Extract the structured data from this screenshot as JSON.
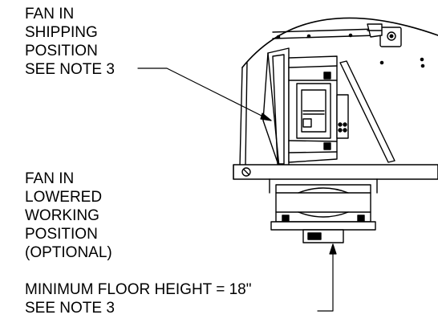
{
  "callouts": {
    "shipping": {
      "lines": [
        "FAN IN",
        "SHIPPING",
        "POSITION",
        "SEE NOTE 3"
      ]
    },
    "lowered": {
      "lines": [
        "FAN IN",
        "LOWERED",
        "WORKING",
        "POSITION",
        "(OPTIONAL)"
      ]
    },
    "floor": {
      "lines": [
        "MINIMUM FLOOR HEIGHT = 18\"",
        "SEE NOTE 3"
      ]
    }
  },
  "colors": {
    "ink": "#000000",
    "paper": "#ffffff"
  }
}
